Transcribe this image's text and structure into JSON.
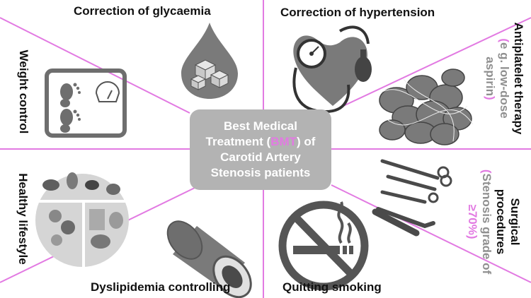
{
  "center": {
    "line1": "Best Medical",
    "line2_prefix": "Treatment (",
    "line2_accent": "BMT",
    "line2_suffix": ") of",
    "line3": "Carotid Artery",
    "line4": "Stenosis  patients"
  },
  "labels": {
    "glycaemia": "Correction of glycaemia",
    "hypertension": "Correction of hypertension",
    "antiplatelet_title": "Antiplatelet therapy",
    "antiplatelet_paren_open": "(",
    "antiplatelet_example": "e g. low-dose",
    "antiplatelet_example2": "aspirin",
    "antiplatelet_paren_close": ")",
    "weight": "Weight control",
    "lifestyle": "Healthy lifestyle",
    "dyslipidemia": "Dyslipidemia controlling",
    "smoking": "Quitting smoking",
    "surgical_title1": "Surgical",
    "surgical_title2": "procedures",
    "surgical_paren_open": "(",
    "surgical_detail1": "Stenosis grade of",
    "surgical_detail2": "≥70%",
    "surgical_paren_close": ")"
  },
  "colors": {
    "divider": "#e27ae2",
    "accent": "#e27ae2",
    "icon_grey": "#7a7a7a",
    "center_box": "#b3b3b3"
  },
  "icons": [
    "blood-drop-sugar-icon",
    "heart-blood-pressure-icon",
    "platelet-clot-icon",
    "weighing-scale-icon",
    "food-plate-icon",
    "artery-plaque-icon",
    "no-smoking-icon",
    "surgical-instruments-icon"
  ]
}
